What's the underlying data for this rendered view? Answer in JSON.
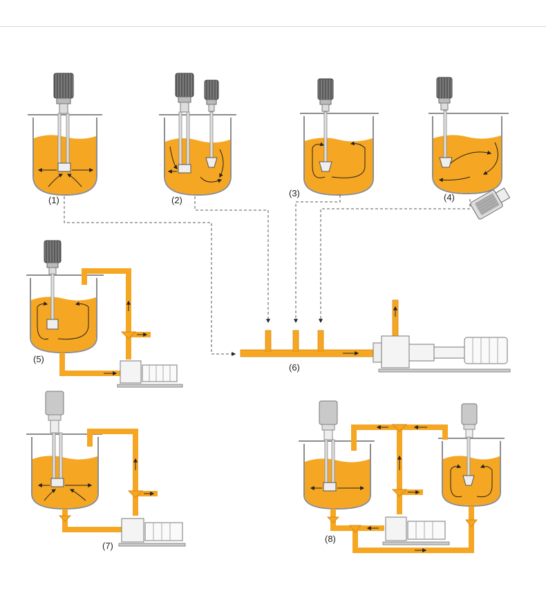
{
  "labels": {
    "l1": "(1)",
    "l2": "(2)",
    "l3": "(3)",
    "l4": "(4)",
    "l5": "(5)",
    "l6": "(6)",
    "l7": "(7)",
    "l8": "(8)"
  },
  "colors": {
    "fluid": "#F5A623",
    "pipe": "#F5A623",
    "pipe_edge": "#D98A10",
    "tank_outline": "#8C8C8C",
    "motor": "#6E6E6E",
    "motor_light": "#A9A9A9",
    "dashed": "#555555",
    "arrow": "#222222"
  }
}
